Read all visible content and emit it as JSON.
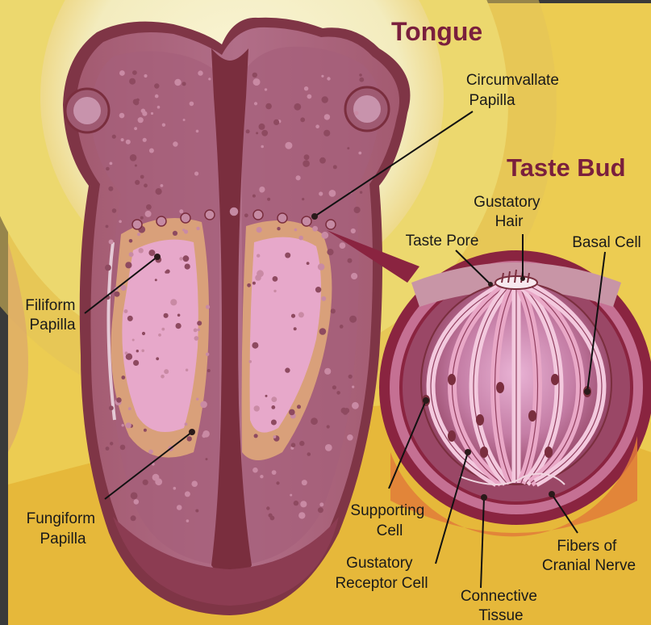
{
  "titles": {
    "tongue": "Tongue",
    "taste_bud": "Taste Bud"
  },
  "labels": {
    "circumvallate": [
      "Circumvallate",
      "Papilla"
    ],
    "filiform": [
      "Filiform",
      "Papilla"
    ],
    "fungiform": [
      "Fungiform",
      "Papilla"
    ],
    "gustatory_hair": [
      "Gustatory",
      "Hair"
    ],
    "taste_pore": [
      "Taste Pore"
    ],
    "basal_cell": [
      "Basal Cell"
    ],
    "supporting_cell": [
      "Supporting",
      "Cell"
    ],
    "gustatory_receptor": [
      "Gustatory",
      "Receptor Cell"
    ],
    "connective_tissue": [
      "Connective",
      "Tissue"
    ],
    "cranial_nerve": [
      "Fibers of",
      "Cranial Nerve"
    ]
  },
  "colors": {
    "background_outer": "#e6b83a",
    "background_inner": "#efd45a",
    "halo": "#f7f1c8",
    "tongue_outer": "#9b4d62",
    "tongue_mid": "#b37089",
    "tongue_groove": "#7a2e3e",
    "tongue_highlight": "#e3a6c9",
    "tongue_tan": "#d9a07a",
    "bud_rim": "#8a2440",
    "bud_inner": "#c48aa8",
    "title": "#7a1f3d"
  }
}
